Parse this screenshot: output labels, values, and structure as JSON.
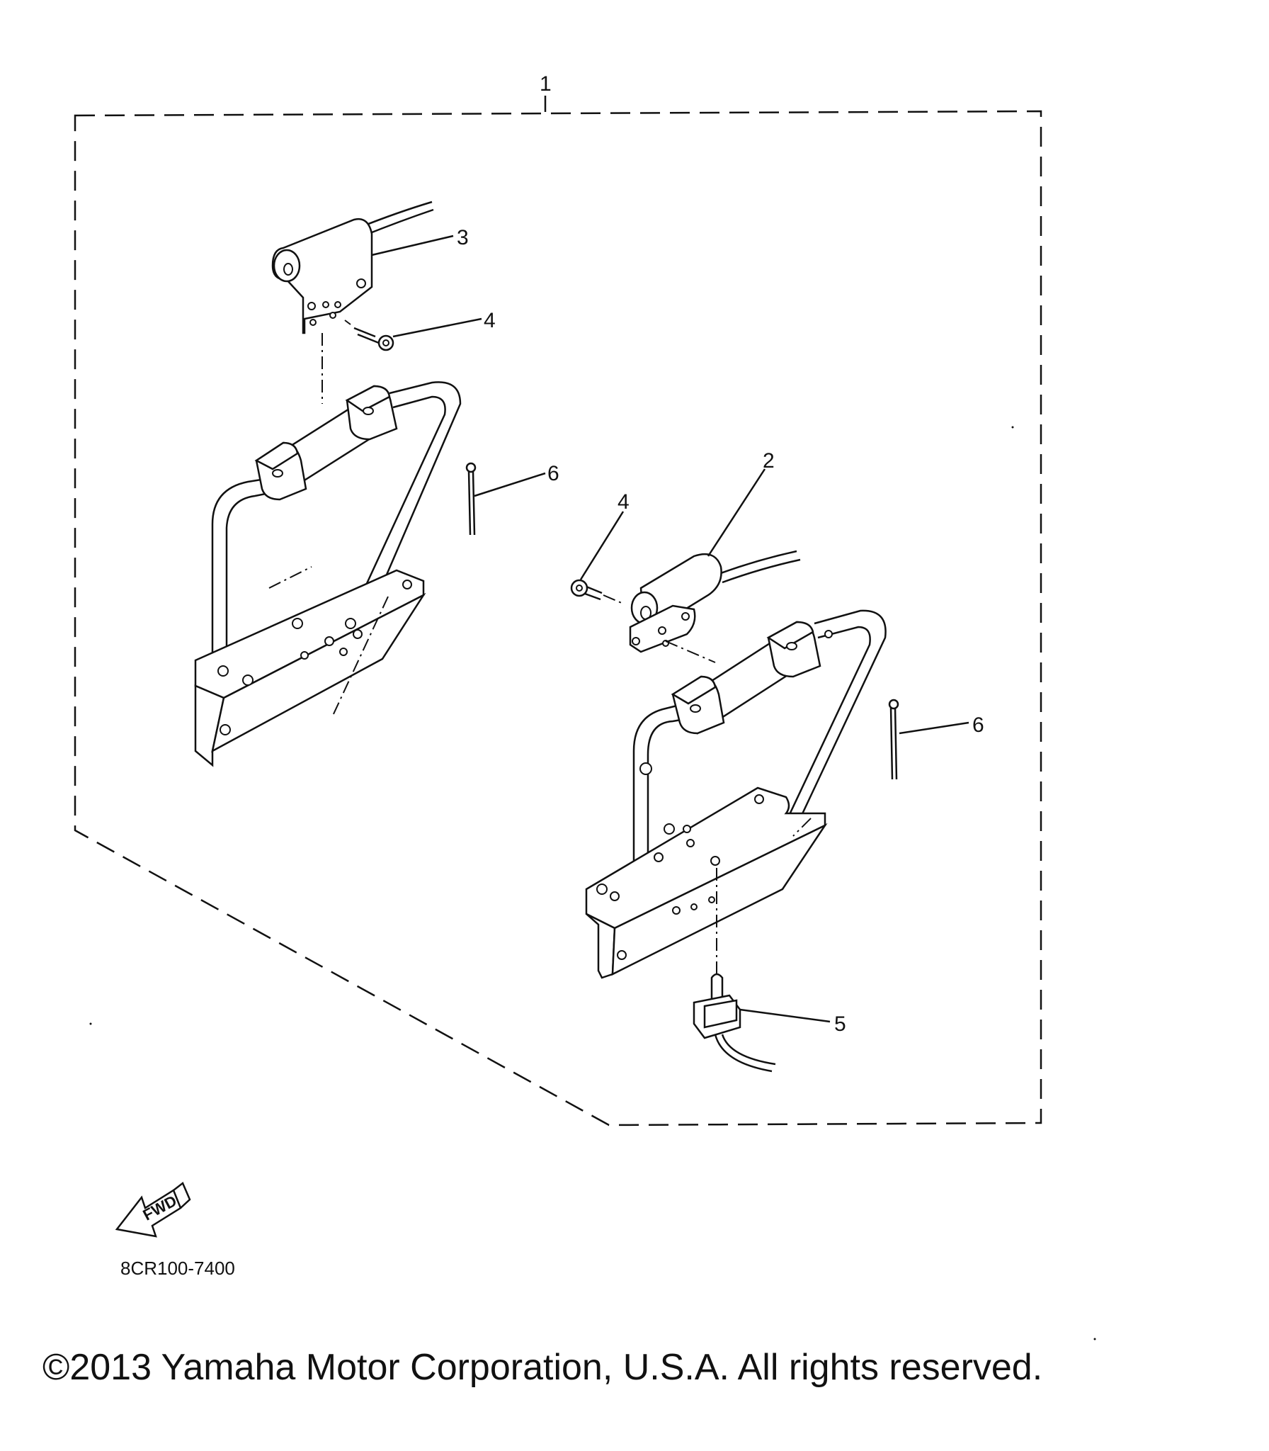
{
  "callouts": {
    "kit": "1",
    "right_sensor": "2",
    "left_sensor": "3",
    "screw_top": "4",
    "screw_right": "4",
    "switch": "5",
    "pin_left": "6",
    "pin_right": "6"
  },
  "fwd_label": "FWD",
  "diagram_code": "8CR100-7400",
  "copyright": "©2013 Yamaha Motor Corporation, U.S.A. All rights reserved."
}
